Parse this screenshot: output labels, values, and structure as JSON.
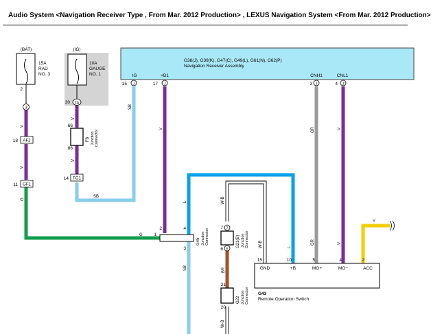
{
  "header": {
    "title": "Audio System <Navigation Receiver Type , From Mar. 2012 Production> , LEXUS Navigation System <From Mar. 2012 Production>"
  },
  "colors": {
    "violet": "#7b2d96",
    "light_blue": "#87ceeb",
    "blue": "#0aa0e8",
    "green": "#119c4a",
    "gray": "#9a9a9a",
    "brown": "#a0522d",
    "yellow": "#f0d000",
    "assembly_fill": "#a9e8f6"
  },
  "fuses": {
    "rad": {
      "supply": "(BAT)",
      "rating": "15A",
      "name1": "RAD",
      "name2": "NO. 3",
      "pin_top": "2",
      "conn": "3"
    },
    "gauge": {
      "supply": "(IG)",
      "rating": "10A",
      "name1": "GAUGE",
      "name2": "NO. 1",
      "pin": "30",
      "conn": "2A"
    }
  },
  "connectors": {
    "af2": "AF2",
    "gf1": "GF1",
    "fg1": "FG1",
    "af2_pin": "18",
    "gf1_pin": "11",
    "fg1_pin": "14"
  },
  "junction_f8": {
    "id": "F8",
    "label1": "Junction",
    "label2": "Connector",
    "pin_top": "66",
    "pin_bottom": "86"
  },
  "junction_g45": {
    "id": "G45",
    "label1": "Junction",
    "label2": "Connector",
    "pin1": "1",
    "pin2": "2",
    "pin3": "3",
    "pin4": "4"
  },
  "junction_g21": {
    "id": "G21(B)",
    "label1": "Junction",
    "label2": "Connector",
    "pin_top": "7",
    "pin_bottom": "6"
  },
  "junction_g22": {
    "id": "G22",
    "label1": "Junction",
    "label2": "Connector",
    "pin_top": "21",
    "pin_bottom": "20"
  },
  "receiver": {
    "codes": "G38(J), G39(K), G47(C), G49(L), G61(N), G62(P)",
    "name": "Navigation Receiver Assembly",
    "pins": [
      {
        "name": "IG",
        "num": "15",
        "conn": "J"
      },
      {
        "name": "+B1",
        "num": "17",
        "conn": "J"
      },
      {
        "name": "CNH1",
        "num": "3",
        "conn": "J"
      },
      {
        "name": "CNL1",
        "num": "4",
        "conn": "J"
      }
    ]
  },
  "switch": {
    "id": "G43",
    "name": "Remote Operation Switch",
    "pins": [
      {
        "num": "15",
        "name": "GND"
      },
      {
        "num": "10",
        "name": "+B"
      },
      {
        "num": "5",
        "name": "MO+"
      },
      {
        "num": "4",
        "name": "MO−"
      },
      {
        "num": "2",
        "name": "ACC"
      }
    ]
  },
  "wire_labels": {
    "v": "V",
    "g": "G",
    "sb": "SB",
    "l": "L",
    "gr": "GR",
    "wb": "W-B",
    "br": "BR",
    "y": "Y"
  }
}
